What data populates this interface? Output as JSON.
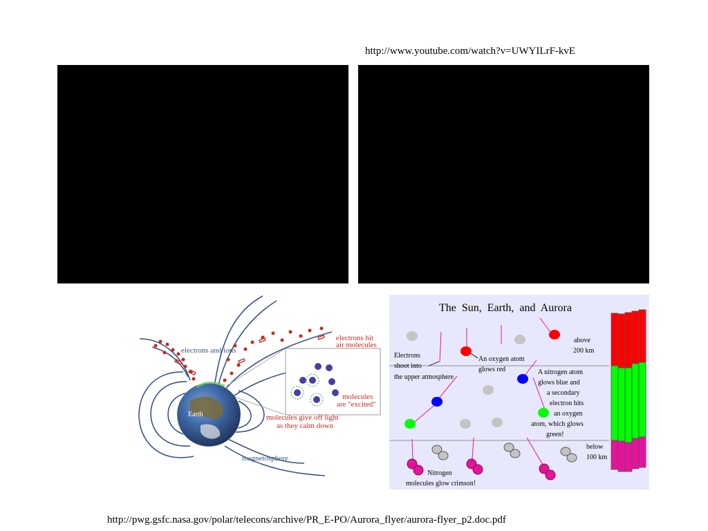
{
  "top_link": "http://www.youtube.com/watch?v=UWYILrF-kvE",
  "bottom_link": "http://pwg.gsfc.nasa.gov/polar/telecons/archive/PR_E-PO/Aurora_flyer/aurora-flyer_p2.doc.pdf",
  "colors": {
    "video_bg": "#000000",
    "field_line": "#3a5285",
    "label_red": "#c8261e",
    "label_blue": "#3a5285",
    "aurora_panel_bg": "#e8e8fc",
    "oxygen_red": "#ff0000",
    "nitrogen_magenta": "#e6129c",
    "atom_blue": "#0000ff",
    "atom_green": "#00ff00"
  },
  "magnetosphere": {
    "labels": {
      "electrons_ions": "electrons and ions",
      "electrons_hit_1": "electrons hit",
      "electrons_hit_2": "air molecules",
      "molecules_excited_1": "molecules",
      "molecules_excited_2": "are \"excited\"",
      "give_off_light_1": "molecules give off light",
      "give_off_light_2": "as they calm down",
      "earth": "Earth",
      "magnetosphere": "magnetosphere"
    }
  },
  "aurora": {
    "title": "The Sun, Earth, and Aurora",
    "labels": {
      "electrons_1": "Electrons",
      "electrons_2": "shoot into",
      "electrons_3": "the upper atmosphere",
      "oxygen_1": "An oxygen atom",
      "oxygen_2": "glows red",
      "above_1": "above",
      "above_2": "200 km",
      "nitrogen_a1": "A nitrogen atom",
      "nitrogen_a2": "glows blue and",
      "nitrogen_a3": "a secondary",
      "nitrogen_a4": "electron hits",
      "nitrogen_a5": "an oxygen",
      "nitrogen_a6": "atom, which glows",
      "nitrogen_a7": "green!",
      "below_1": "below",
      "below_2": "100 km",
      "nitrogen_c1": "Nitrogen",
      "nitrogen_c2": "molecules glow crimson!"
    }
  }
}
